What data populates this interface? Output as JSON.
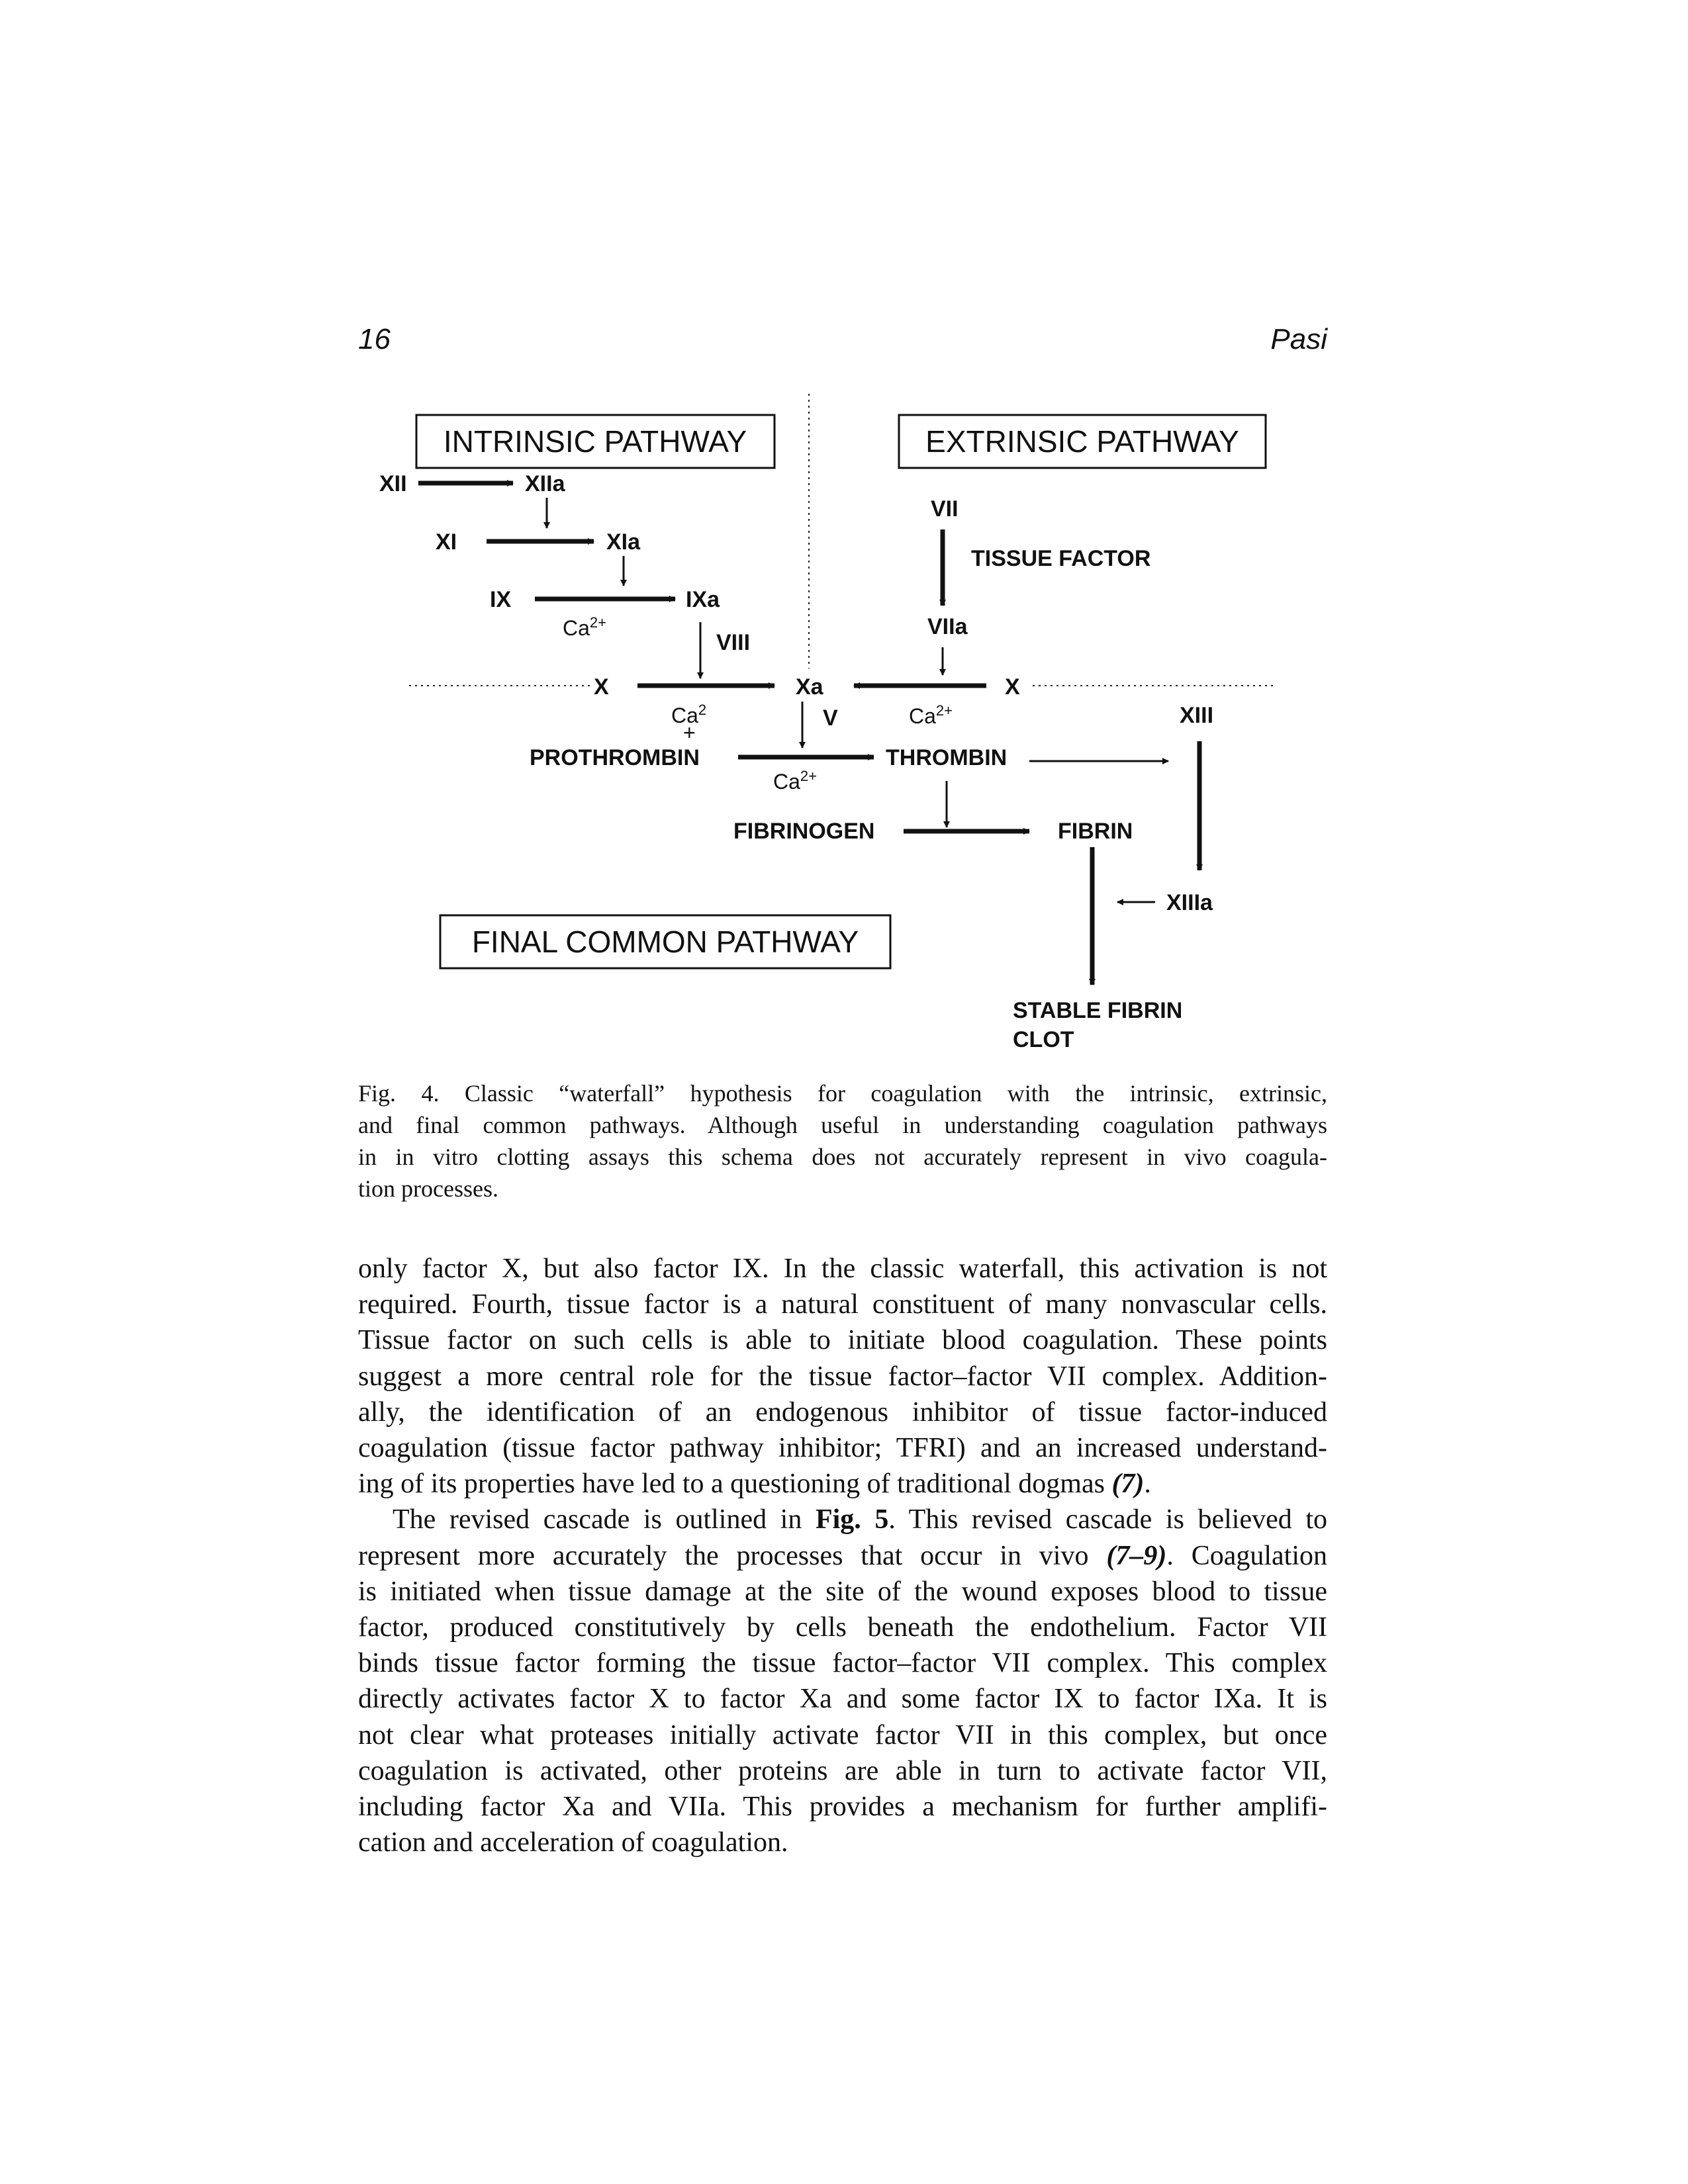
{
  "header": {
    "page_number": "16",
    "running_head": "Pasi"
  },
  "diagram": {
    "intrinsic_title": "INTRINSIC PATHWAY",
    "extrinsic_title": "EXTRINSIC PATHWAY",
    "final_title": "FINAL COMMON PATHWAY",
    "factors": {
      "xii": "XII",
      "xiia": "XIIa",
      "xi": "XI",
      "xia": "XIa",
      "ix": "IX",
      "ixa": "IXa",
      "viii": "VIII",
      "x_left": "X",
      "xa": "Xa",
      "x_right": "X",
      "v": "V",
      "vii": "VII",
      "tissue_factor": "TISSUE FACTOR",
      "viia": "VIIa",
      "xiii": "XIII",
      "prothrombin": "PROTHROMBIN",
      "thrombin": "THROMBIN",
      "fibrinogen": "FIBRINOGEN",
      "fibrin": "FIBRIN",
      "xiiia": "XIIIa",
      "stable_1": "STABLE FIBRIN",
      "stable_2": "CLOT"
    },
    "calcium": {
      "ca_base": "Ca",
      "sup_2plus": "2+",
      "sup_2": "2",
      "plus": "+"
    }
  },
  "caption": [
    "Fig. 4. Classic “waterfall” hypothesis for coagulation with the intrinsic, extrinsic,",
    "and final common pathways. Although useful in understanding coagulation pathways",
    "in in vitro clotting assays this schema does not accurately represent in vivo coagula-",
    "tion processes."
  ],
  "body": {
    "p1": [
      "only factor X, but also factor IX. In the classic waterfall, this activation is not",
      "required. Fourth, tissue factor is a natural constituent of many nonvascular cells.",
      "Tissue factor on such cells is able to initiate blood coagulation. These points",
      "suggest a more central role for the tissue factor–factor VII complex. Addition-",
      "ally, the identification of an endogenous inhibitor of tissue factor-induced",
      "coagulation (tissue factor pathway inhibitor; TFRI) and an increased understand-"
    ],
    "p1_last_pre": "ing of its properties have led to a questioning of traditional dogmas ",
    "p1_last_ref": "(7)",
    "p1_last_post": ".",
    "p2_l1_pre": "The revised cascade is outlined in ",
    "p2_l1_fig": "Fig. 5",
    "p2_l1_post": ". This revised cascade is believed to",
    "p2_l2_pre": "represent more accurately the processes that occur in vivo ",
    "p2_l2_ref": "(7–9)",
    "p2_l2_post": ". Coagulation",
    "p2_rest": [
      "is initiated when tissue damage at the site of the wound exposes blood to tissue",
      "factor, produced constitutively by cells beneath the endothelium. Factor VII",
      "binds tissue factor forming the tissue factor–factor VII complex. This complex",
      "directly activates factor X to factor Xa and some factor IX to factor IXa. It is",
      "not clear what proteases initially activate factor VII in this complex, but once",
      "coagulation is activated, other proteins are able in turn to activate factor VII,",
      "including factor Xa and VIIa. This provides a mechanism for further amplifi-"
    ],
    "p2_last": "cation and acceleration of coagulation."
  }
}
